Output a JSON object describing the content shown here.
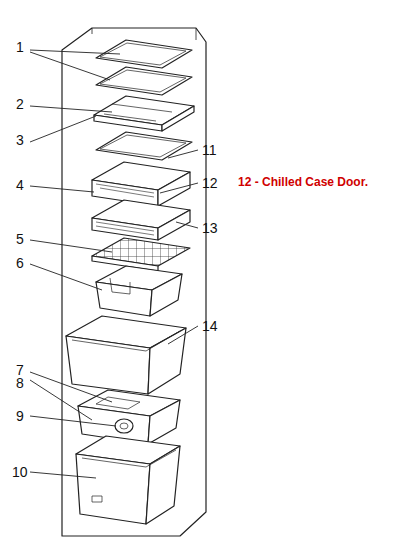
{
  "diagram": {
    "labels": [
      "1",
      "2",
      "3",
      "11",
      "12",
      "12 - Chilled Case Door.",
      "4",
      "13",
      "5",
      "6",
      "14",
      "7",
      "8",
      "9",
      "10"
    ]
  }
}
